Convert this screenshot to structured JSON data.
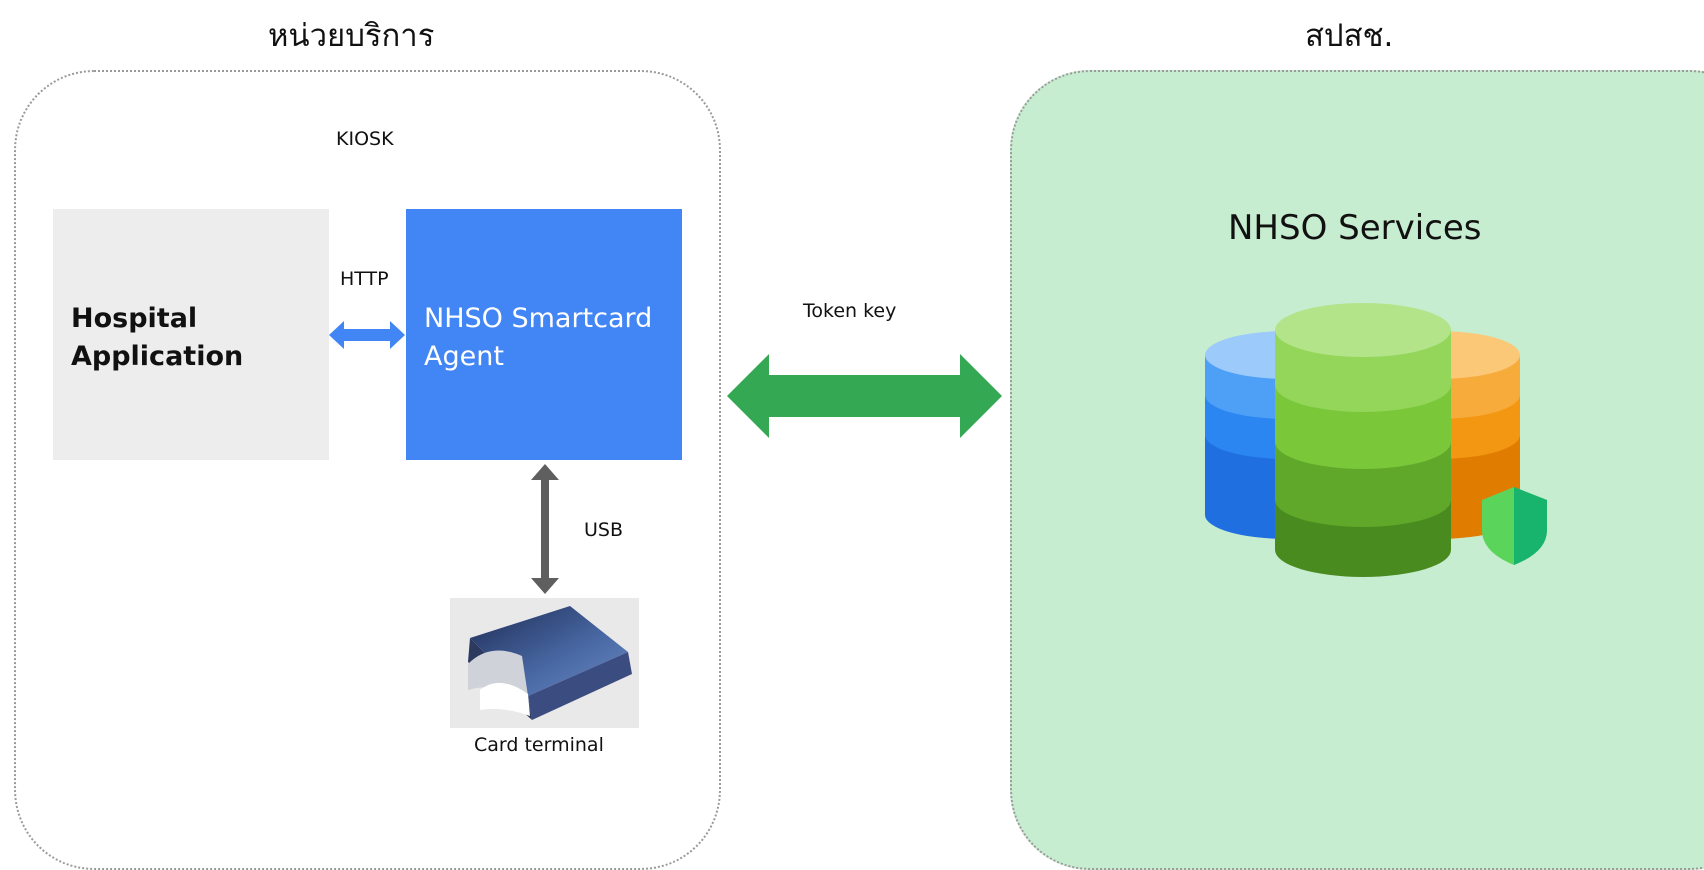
{
  "titles": {
    "left": "หน่วยบริการ",
    "right": "สปสช."
  },
  "labels": {
    "kiosk": "KIOSK",
    "http": "HTTP",
    "usb": "USB",
    "token_key": "Token key",
    "card_terminal": "Card terminal"
  },
  "boxes": {
    "hospital_line1": "Hospital",
    "hospital_line2": "Application",
    "agent_line1": "NHSO Smartcard",
    "agent_line2": "Agent"
  },
  "services": {
    "title": "NHSO Services"
  },
  "colors": {
    "agent_blue": "#4285f4",
    "arrow_green": "#34a853",
    "services_bg": "#c7edd0",
    "usb_gray": "#5f5f5f"
  }
}
